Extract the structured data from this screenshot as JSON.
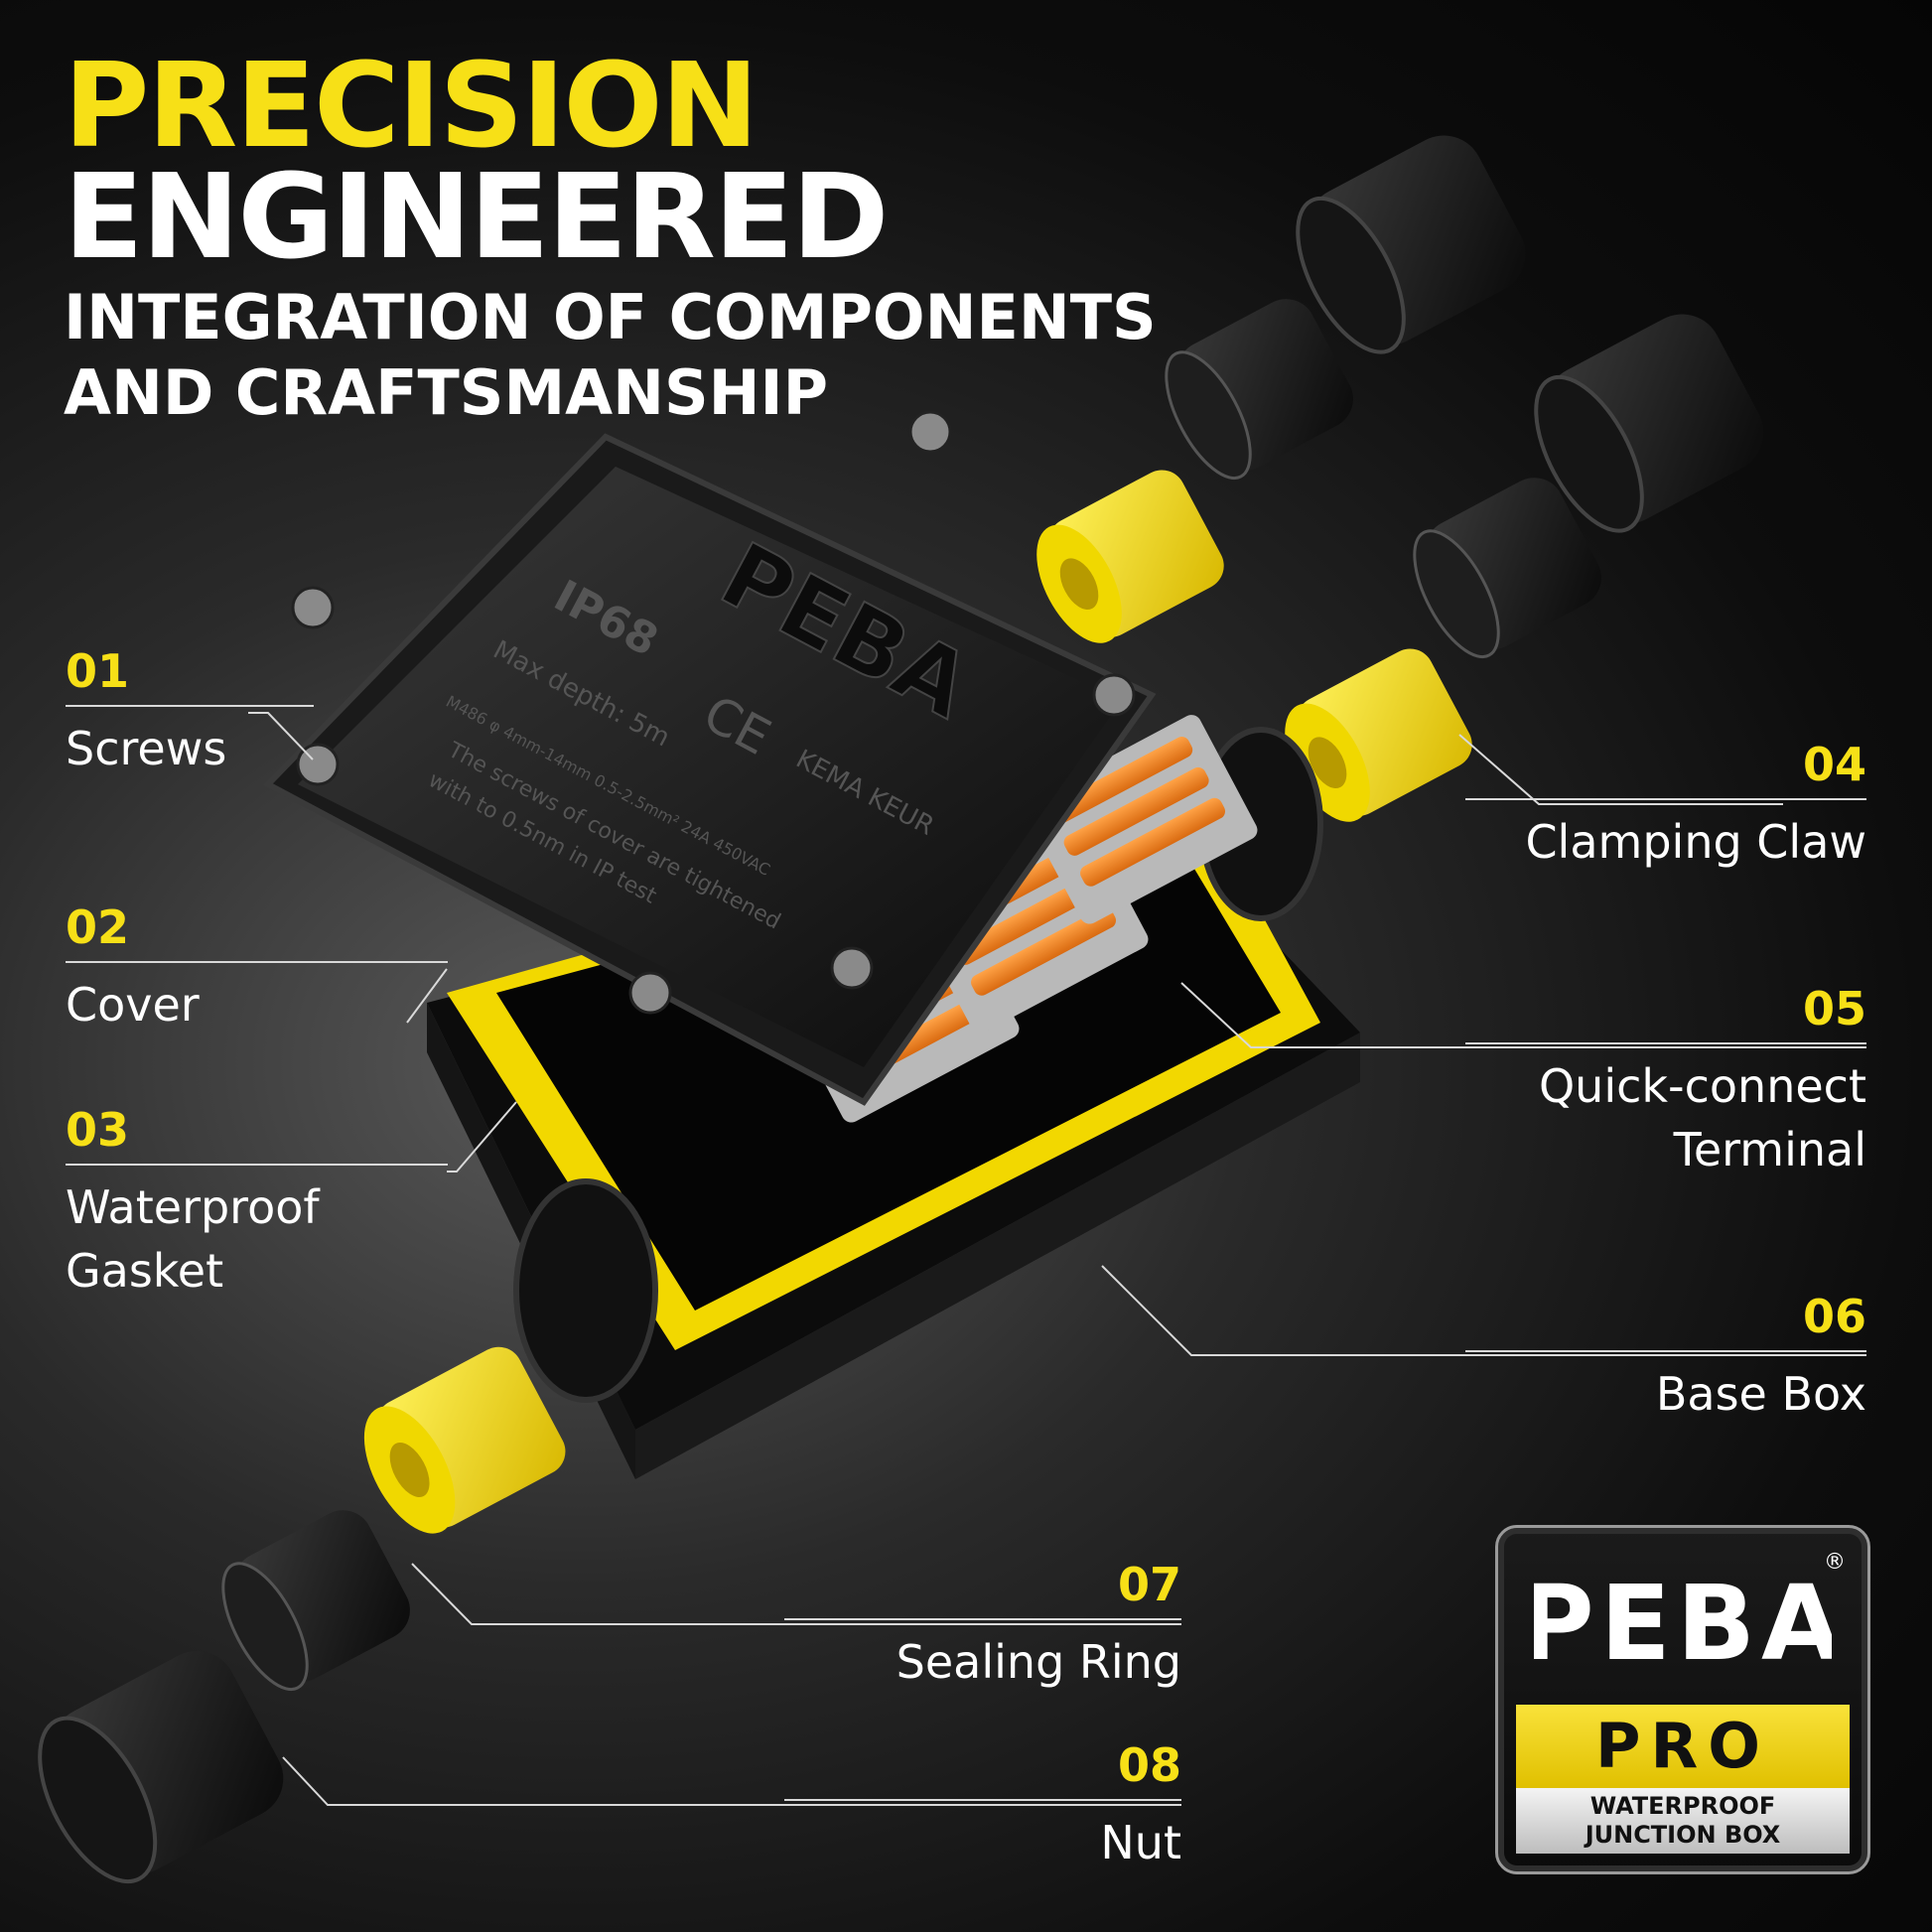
{
  "headline": {
    "line1": "PRECISION",
    "line2": "ENGINEERED",
    "subline1": "INTEGRATION OF COMPONENTS",
    "subline2": "AND CRAFTSMANSHIP"
  },
  "parts": [
    {
      "number": "01",
      "name": "Screws"
    },
    {
      "number": "02",
      "name": "Cover"
    },
    {
      "number": "03",
      "name_line1": "Waterproof",
      "name_line2": "Gasket"
    },
    {
      "number": "04",
      "name": "Clamping Claw"
    },
    {
      "number": "05",
      "name_line1": "Quick-connect",
      "name_line2": "Terminal"
    },
    {
      "number": "06",
      "name": "Base Box"
    },
    {
      "number": "07",
      "name": "Sealing Ring"
    },
    {
      "number": "08",
      "name": "Nut"
    }
  ],
  "product_markings": {
    "brand": "PEBA",
    "rating": "IP68",
    "depth": "Max depth: 5m",
    "spec_line": "M486   φ 4mm-14mm   0.5-2.5mm²   24A   450VAC",
    "note_line1": "The screws of cover are tightened",
    "note_line2": "with to 0.5nm in IP test",
    "cert1": "CE",
    "cert2": "KEMA KEUR"
  },
  "badge": {
    "brand": "PEBA",
    "registered": "®",
    "tier": "PRO",
    "line1": "WATERPROOF",
    "line2": "JUNCTION BOX"
  },
  "colors": {
    "accent": "#f7e017",
    "text": "#ffffff",
    "background": "#0d0d0d",
    "terminal_orange": "#f08a24",
    "terminal_gray": "#b9b9b9"
  }
}
